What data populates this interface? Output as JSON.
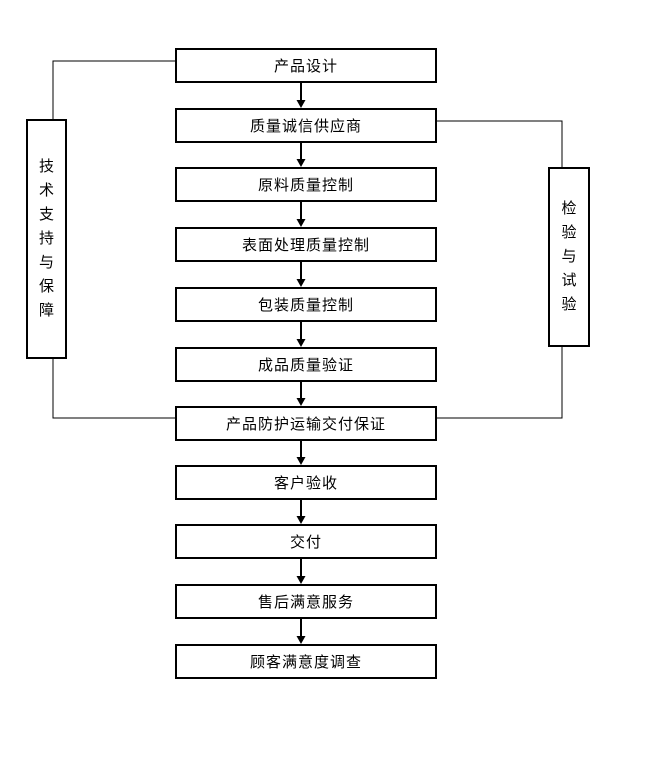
{
  "flow": {
    "steps": [
      {
        "label": "产品设计"
      },
      {
        "label": "质量诚信供应商"
      },
      {
        "label": "原料质量控制"
      },
      {
        "label": "表面处理质量控制"
      },
      {
        "label": "包装质量控制"
      },
      {
        "label": "成品质量验证"
      },
      {
        "label": "产品防护运输交付保证"
      },
      {
        "label": "客户验收"
      },
      {
        "label": "交付"
      },
      {
        "label": "售后满意服务"
      },
      {
        "label": "顾客满意度调查"
      }
    ],
    "side_panels": {
      "left": {
        "label": "技术支持与保障"
      },
      "right": {
        "label": "检验与试验"
      }
    },
    "colors": {
      "line": "#000000",
      "background": "#ffffff",
      "text": "#000000"
    }
  }
}
